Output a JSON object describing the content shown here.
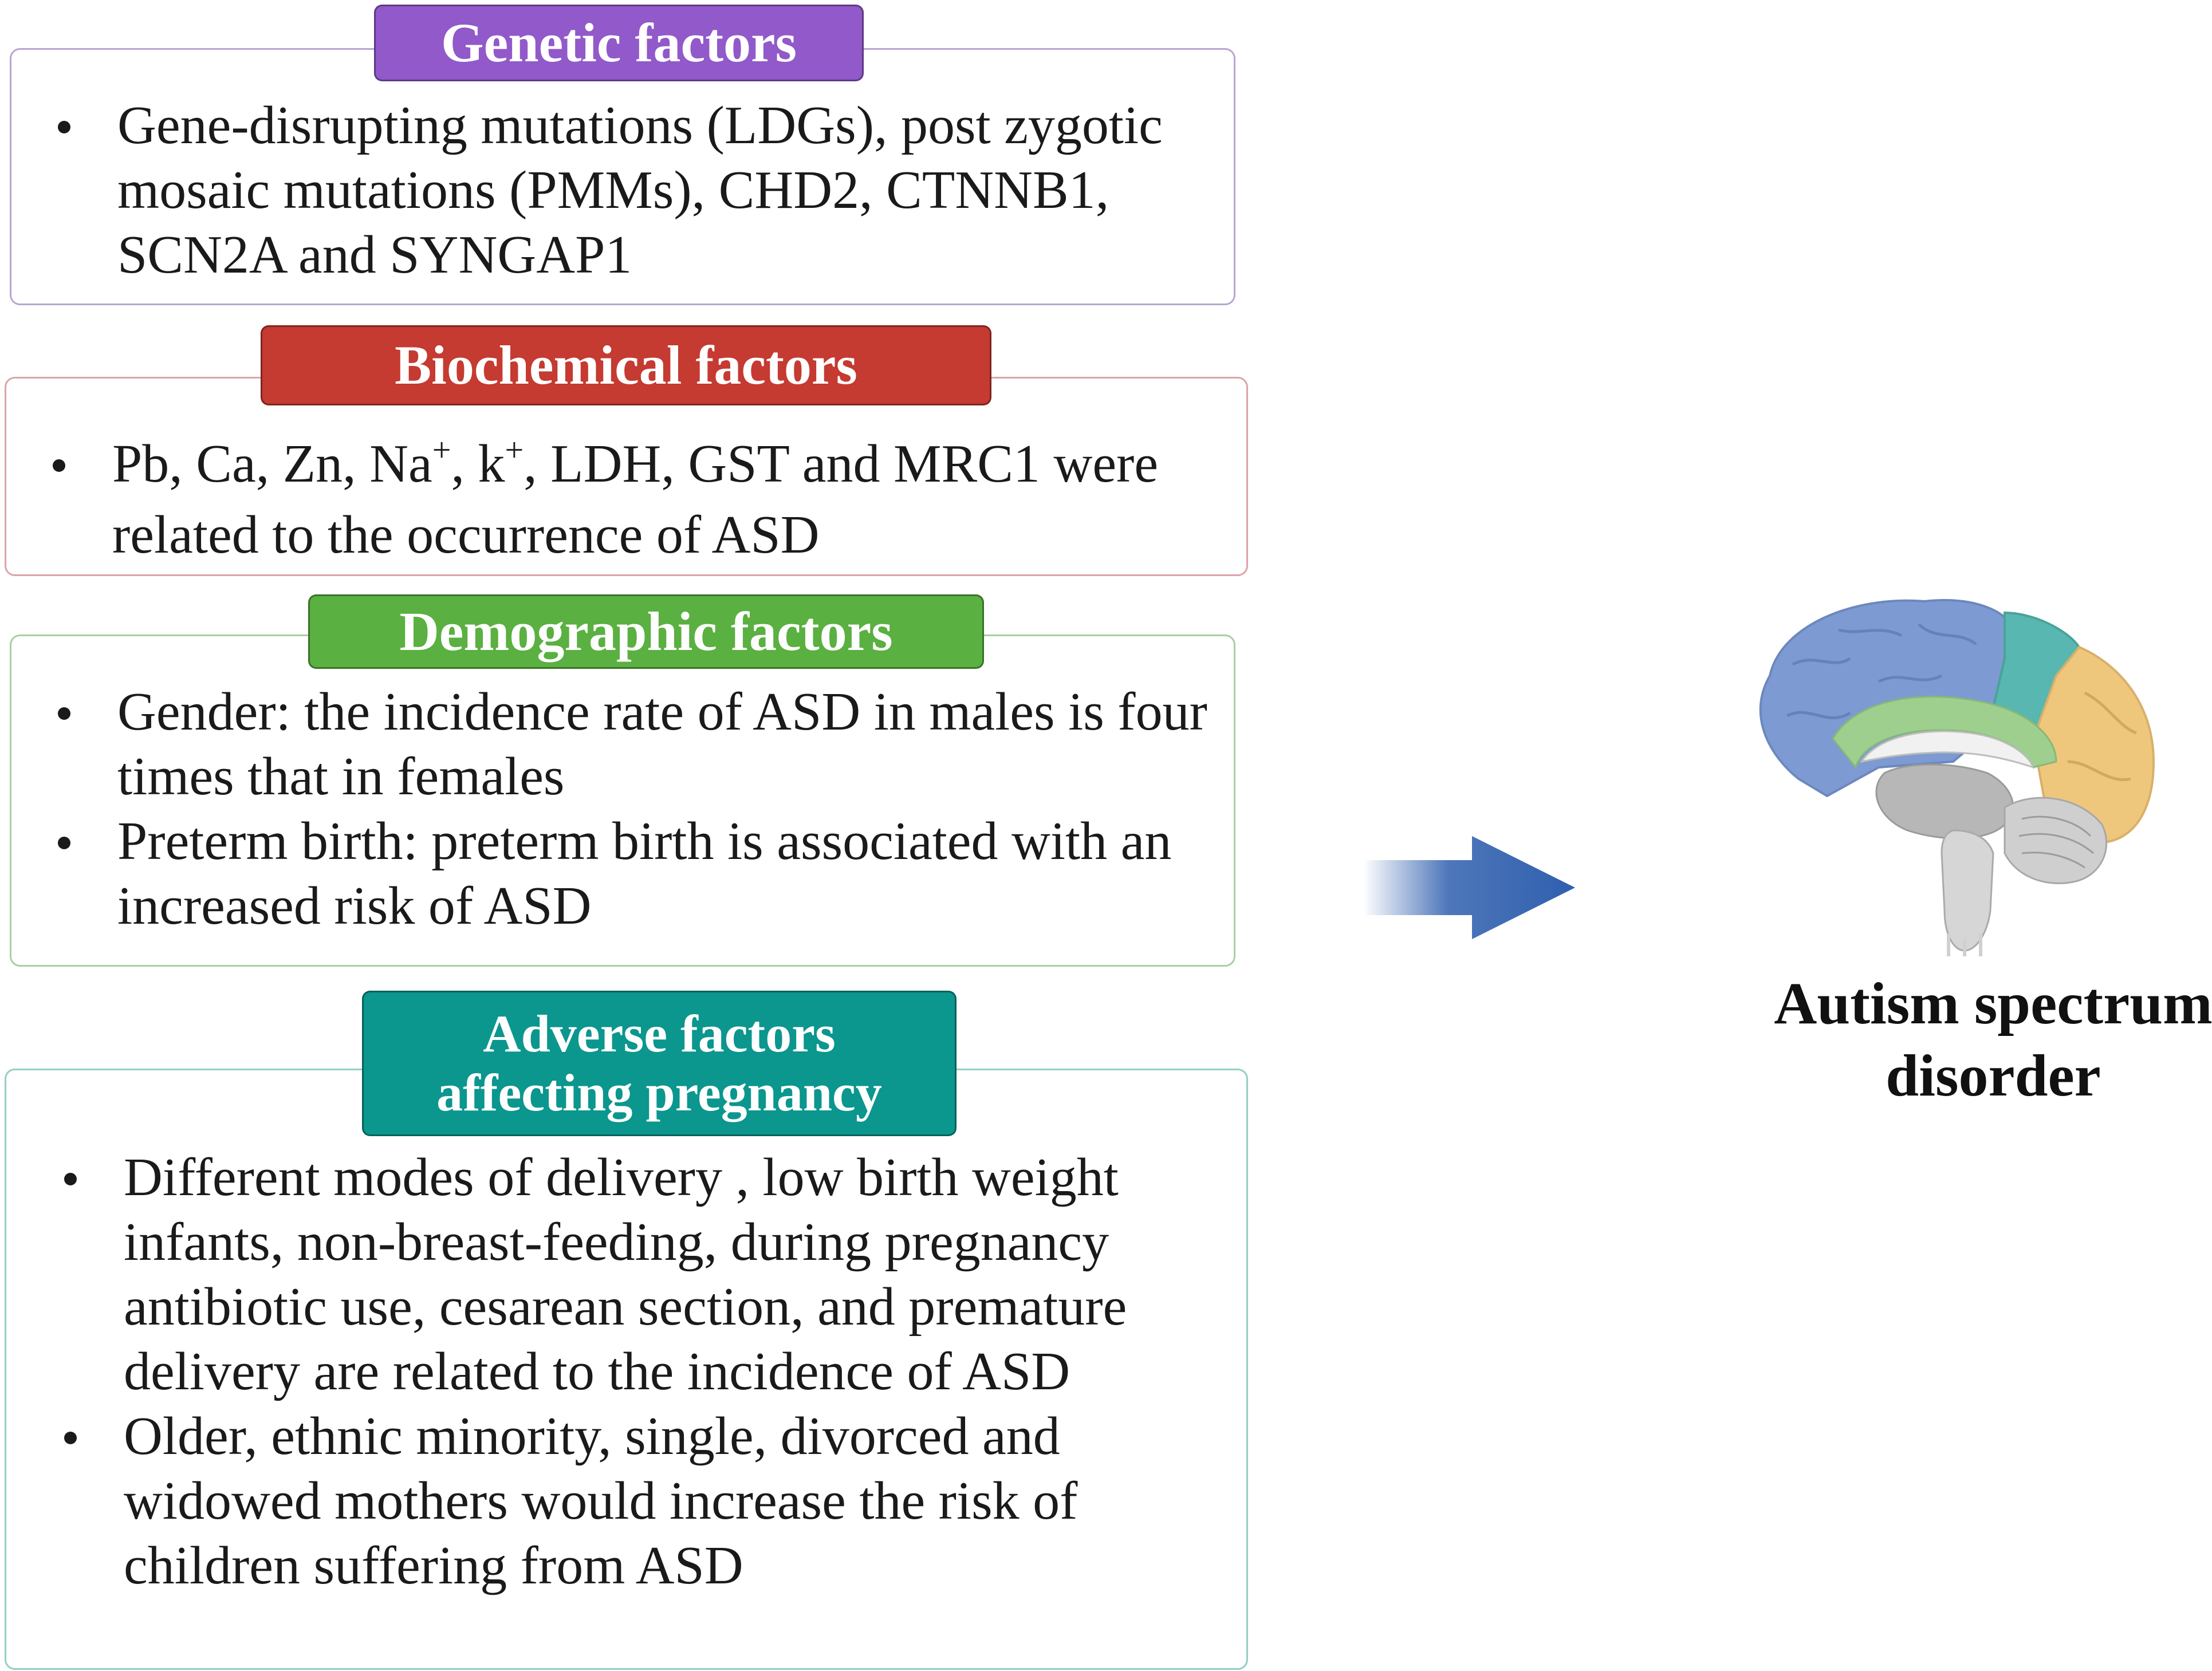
{
  "genetic": {
    "title": "Genetic factors",
    "items": [
      "Gene-disrupting mutations (LDGs), post zygotic mosaic mutations (PMMs), CHD2, CTNNB1, SCN2A and SYNGAP1"
    ]
  },
  "biochemical": {
    "title": "Biochemical factors",
    "item_parts": {
      "a": "Pb,  Ca, Zn, Na",
      "sup1": "+",
      "b": ", k",
      "sup2": "+",
      "c": ", LDH, GST and MRC1 were related to the occurrence of ASD"
    }
  },
  "demographic": {
    "title": "Demographic factors",
    "items": [
      "Gender: the incidence rate of ASD in males is four times that in females",
      "Preterm birth: preterm birth is associated with an increased risk of ASD"
    ]
  },
  "adverse": {
    "title_line1": "Adverse factors",
    "title_line2": "affecting pregnancy",
    "items": [
      "Different modes of delivery , low birth weight infants, non-breast-feeding, during pregnancy antibiotic use, cesarean section, and premature delivery are related to the incidence of ASD",
      "Older, ethnic minority, single, divorced and widowed mothers would increase the risk of children suffering from ASD"
    ]
  },
  "outcome": {
    "line1": "Autism spectrum",
    "line2": "disorder",
    "icon": "brain-icon"
  },
  "colors": {
    "genetic": "#9159c9",
    "biochemical": "#c53a31",
    "demographic": "#5ab040",
    "adverse": "#0b968e",
    "arrow": "#2f5fae"
  }
}
